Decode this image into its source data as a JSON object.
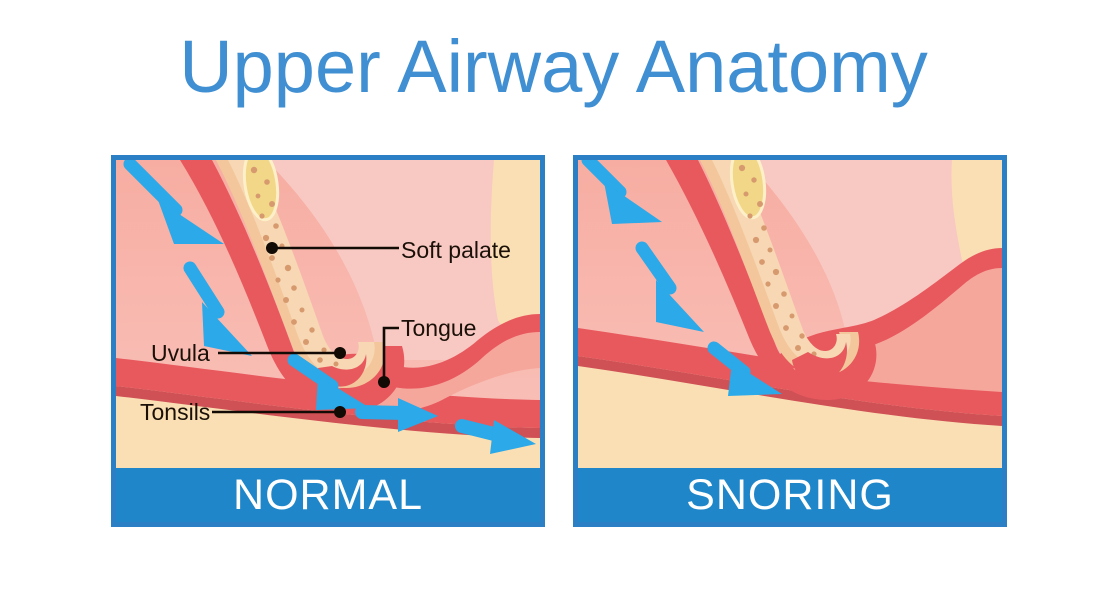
{
  "page": {
    "title": "Upper Airway Anatomy",
    "background_color": "#ffffff",
    "title_color": "#3f8fd2"
  },
  "colors": {
    "title_blue": "#3f8fd2",
    "panel_border_blue": "#2b7fc4",
    "banner_blue": "#1f87c9",
    "banner_text": "#ffffff",
    "arrow_blue": "#2ba9e8",
    "arrow_blue_dark": "#2f6fd6",
    "tissue_pink": "#f6a79c",
    "tissue_pink_light": "#f9bdb3",
    "tissue_pink_pale": "#f7c3bd",
    "muscle_red": "#e8595e",
    "muscle_red_dark": "#cf5055",
    "palate_tan": "#f3c79b",
    "palate_tan_light": "#f7d7b4",
    "bone_cream": "#fadfb4",
    "bone_yellow": "#f1d787",
    "dot_brown": "#d79a6e",
    "label_text": "#1a1008",
    "leader_line": "#120a05"
  },
  "panels": [
    {
      "id": "normal",
      "banner_label": "NORMAL",
      "airway_state": "open",
      "callouts": [
        {
          "id": "soft-palate",
          "label": "Soft palate",
          "dot": [
            155,
            88
          ],
          "line_to": [
            283,
            88
          ],
          "style": "straight"
        },
        {
          "id": "tongue",
          "label": "Tongue",
          "dot": [
            268,
            220
          ],
          "line_to": [
            283,
            168
          ],
          "style": "elbow"
        },
        {
          "id": "uvula",
          "label": "Uvula",
          "dot": [
            225,
            193
          ],
          "line_to": [
            100,
            193
          ],
          "style": "straight"
        },
        {
          "id": "tonsils",
          "label": "Tonsils",
          "dot": [
            225,
            252
          ],
          "line_to": [
            96,
            252
          ],
          "style": "straight"
        }
      ],
      "airflow_arrows": [
        {
          "from": [
            12,
            8
          ],
          "to": [
            105,
            78
          ],
          "kind": "nasal-inflow"
        },
        {
          "from": [
            72,
            105
          ],
          "to": [
            125,
            182
          ],
          "kind": "nasal-inflow"
        },
        {
          "from": [
            172,
            198
          ],
          "to": [
            245,
            240
          ],
          "kind": "pharynx-flow"
        },
        {
          "from": [
            240,
            258
          ],
          "to": [
            320,
            262
          ],
          "kind": "trachea-flow"
        },
        {
          "from": [
            340,
            268
          ],
          "to": [
            420,
            288
          ],
          "kind": "trachea-flow"
        }
      ]
    },
    {
      "id": "snoring",
      "banner_label": "SNORING",
      "airway_state": "obstructed",
      "callouts": [],
      "airflow_arrows": [
        {
          "from": [
            10,
            2
          ],
          "to": [
            70,
            60
          ],
          "kind": "nasal-inflow"
        },
        {
          "from": [
            62,
            90
          ],
          "to": [
            125,
            160
          ],
          "kind": "nasal-inflow"
        },
        {
          "from": [
            130,
            190
          ],
          "to": [
            200,
            232
          ],
          "kind": "blocked-flow"
        }
      ]
    }
  ]
}
